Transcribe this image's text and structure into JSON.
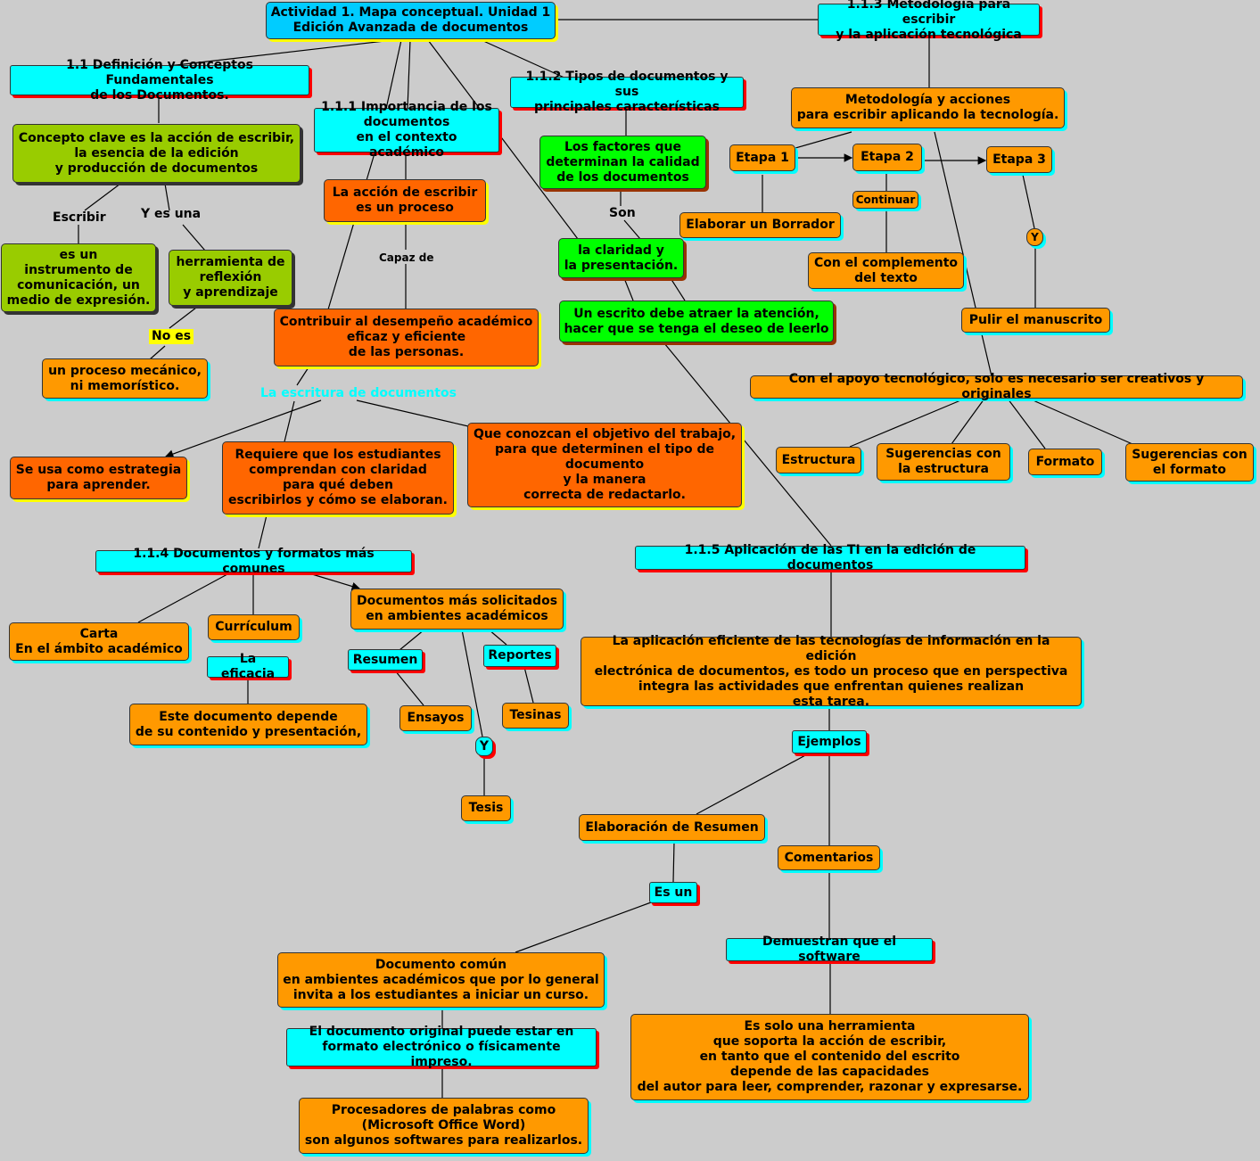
{
  "title": "Actividad 1. Mapa conceptual. Unidad 1\nEdición Avanzada de documentos",
  "nodes": {
    "s11": "1.1 Definición y Conceptos Fundamentales\nde los Documentos.",
    "concepto": "Concepto clave es la acción de escribir,\nla esencia de la edición\ny producción de documentos",
    "instrumento": "es un\ninstrumento de\ncomunicación, un\nmedio de expresión.",
    "herramienta": "herramienta de\nreflexión\ny aprendizaje",
    "mecanico": "un proceso mecánico,\nni memorístico.",
    "s111": "1.1.1 Importancia de los\ndocumentos\nen el contexto académico",
    "accion": "La acción de escribir\nes un proceso",
    "contribuir": "Contribuir al desempeño académico\neficaz y eficiente\nde las personas.",
    "estrategia": "Se usa como estrategia\npara aprender.",
    "requiere": "Requiere que los estudiantes\ncomprendan con claridad\npara qué deben\nescribirlos y cómo se elaboran.",
    "objetivo": "Que conozcan el objetivo del trabajo,\npara que determinen el tipo de\ndocumento\ny la manera\ncorrecta de redactarlo.",
    "s112": "1.1.2 Tipos de documentos y sus\nprincipales características",
    "factores": "Los factores que\ndeterminan la calidad\nde los documentos",
    "claridad": "la claridad y\nla presentación.",
    "atraer": "Un escrito debe atraer la atención,\nhacer que se tenga el deseo de leerlo",
    "s113": "1.1.3 Metodología para escribir\ny la aplicación tecnológica",
    "metodologia": "Metodología y acciones\npara escribir aplicando la tecnología.",
    "etapa1": "Etapa 1",
    "etapa2": "Etapa 2",
    "etapa3": "Etapa 3",
    "borrador": "Elaborar un Borrador",
    "complemento": "Con el complemento\ndel texto",
    "pulir": "Pulir el manuscrito",
    "apoyo": "Con el apoyo tecnológico, solo es necesario ser creativos y originales",
    "estructura": "Estructura",
    "sugest": "Sugerencias con\nla estructura",
    "formato": "Formato",
    "sugform": "Sugerencias con\nel formato",
    "s114": "1.1.4 Documentos y formatos más comunes",
    "carta": "Carta\nEn el ámbito académico",
    "curriculum": "Currículum",
    "eficacia": "La eficacia",
    "depende": "Este documento depende\nde su contenido y presentación,",
    "solicitados": "Documentos más solicitados\nen ambientes académicos",
    "resumen": "Resumen",
    "reportes": "Reportes",
    "ensayos": "Ensayos",
    "tesinas": "Tesinas",
    "tesis": "Tesis",
    "s115": "1.1.5 Aplicación de las TI en la edición de documentos",
    "aplicacion": "La aplicación eficiente de las tecnologías de información en la edición\nelectrónica de documentos, es todo un proceso que en perspectiva\nintegra las actividades que enfrentan quienes realizan\nesta tarea.",
    "ejemplos": "Ejemplos",
    "elabres": "Elaboración de Resumen",
    "comentarios": "Comentarios",
    "esun": "Es un",
    "documento": "Documento común\nen ambientes académicos que por lo general\ninvita a los estudiantes a iniciar un curso.",
    "original": "El documento original puede estar en\nformato electrónico o físicamente impreso.",
    "procesadores": "Procesadores de palabras como\n(Microsoft Office Word)\nson algunos softwares para realizarlos.",
    "demuestran": "Demuestran que el software",
    "essolo": "Es solo una herramienta\nque soporta la acción de escribir,\nen tanto que el contenido del escrito\ndepende de las capacidades\ndel autor para leer, comprender, razonar y expresarse."
  },
  "labels": {
    "escribir": "Escribir",
    "yesuna": "Y es una",
    "noes": "No es",
    "capazde": "Capaz de",
    "escritura": "La escritura de documentos",
    "son": "Son",
    "continuar": "Continuar",
    "y3": "Y",
    "y4": "Y"
  }
}
